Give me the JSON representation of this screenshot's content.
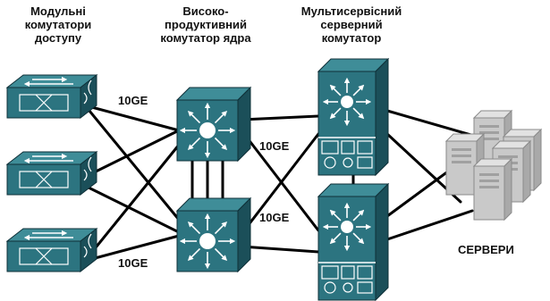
{
  "headers": {
    "access": [
      "Модульні",
      "комутатори",
      "доступу"
    ],
    "core": [
      "Високо-",
      "продуктивний",
      "комутатор ядра"
    ],
    "multiservice": [
      "Мультисервісний",
      "серверний",
      "комутатор"
    ]
  },
  "link_labels": [
    "10GE",
    "10GE",
    "10GE",
    "10GE"
  ],
  "servers_label": "СЕРВЕРИ",
  "colors": {
    "device_front": "#2c7480",
    "device_top": "#3f8d98",
    "device_side": "#1b4f59",
    "link": "#000000",
    "server": "#c9c9c9"
  },
  "nodes": [
    {
      "id": "access-1",
      "kind": "access-switch"
    },
    {
      "id": "access-2",
      "kind": "access-switch"
    },
    {
      "id": "access-3",
      "kind": "access-switch"
    },
    {
      "id": "core-1",
      "kind": "core-switch"
    },
    {
      "id": "core-2",
      "kind": "core-switch"
    },
    {
      "id": "ms-1",
      "kind": "multiservice-switch"
    },
    {
      "id": "ms-2",
      "kind": "multiservice-switch"
    },
    {
      "id": "servers",
      "kind": "server-group"
    }
  ],
  "links": [
    [
      "access-1",
      "core-1"
    ],
    [
      "access-1",
      "core-2"
    ],
    [
      "access-2",
      "core-1"
    ],
    [
      "access-2",
      "core-2"
    ],
    [
      "access-3",
      "core-1"
    ],
    [
      "access-3",
      "core-2"
    ],
    [
      "core-1",
      "core-2"
    ],
    [
      "core-1",
      "core-2"
    ],
    [
      "core-1",
      "core-2"
    ],
    [
      "core-1",
      "ms-1"
    ],
    [
      "core-1",
      "ms-2"
    ],
    [
      "core-2",
      "ms-1"
    ],
    [
      "core-2",
      "ms-2"
    ],
    [
      "ms-1",
      "ms-2"
    ],
    [
      "ms-1",
      "servers"
    ],
    [
      "ms-1",
      "servers"
    ],
    [
      "ms-2",
      "servers"
    ],
    [
      "ms-2",
      "servers"
    ]
  ]
}
